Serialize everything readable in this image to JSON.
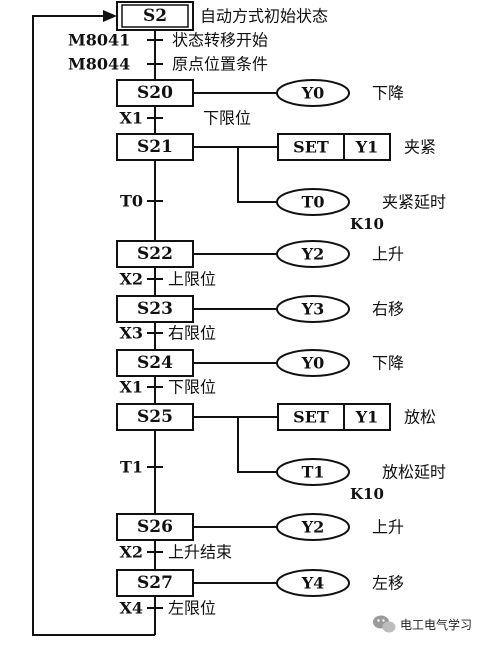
{
  "initial_step": {
    "label": "S2",
    "description": "自动方式初始状态"
  },
  "start_conditions": [
    {
      "label": "M8041",
      "description": "状态转移开始"
    },
    {
      "label": "M8044",
      "description": "原点位置条件"
    }
  ],
  "steps": [
    {
      "label": "S20",
      "outputs": [
        {
          "kind": "coil",
          "label": "Y0",
          "description": "下降"
        }
      ],
      "transition": {
        "label": "X1",
        "description": "下限位"
      }
    },
    {
      "label": "S21",
      "outputs": [
        {
          "kind": "set",
          "cmd": "SET",
          "label": "Y1",
          "description": "夹紧"
        },
        {
          "kind": "coil",
          "label": "T0",
          "description": "夹紧延时",
          "k": "K10"
        }
      ],
      "transition": {
        "label": "T0",
        "description": ""
      }
    },
    {
      "label": "S22",
      "outputs": [
        {
          "kind": "coil",
          "label": "Y2",
          "description": "上升"
        }
      ],
      "transition": {
        "label": "X2",
        "description": "上限位"
      }
    },
    {
      "label": "S23",
      "outputs": [
        {
          "kind": "coil",
          "label": "Y3",
          "description": "右移"
        }
      ],
      "transition": {
        "label": "X3",
        "description": "右限位"
      }
    },
    {
      "label": "S24",
      "outputs": [
        {
          "kind": "coil",
          "label": "Y0",
          "description": "下降"
        }
      ],
      "transition": {
        "label": "X1",
        "description": "下限位"
      }
    },
    {
      "label": "S25",
      "outputs": [
        {
          "kind": "set",
          "cmd": "SET",
          "label": "Y1",
          "description": "放松"
        },
        {
          "kind": "coil",
          "label": "T1",
          "description": "放松延时",
          "k": "K10"
        }
      ],
      "transition": {
        "label": "T1",
        "description": ""
      }
    },
    {
      "label": "S26",
      "outputs": [
        {
          "kind": "coil",
          "label": "Y2",
          "description": "上升"
        }
      ],
      "transition": {
        "label": "X2",
        "description": "上升结束"
      }
    },
    {
      "label": "S27",
      "outputs": [
        {
          "kind": "coil",
          "label": "Y4",
          "description": "左移"
        }
      ],
      "transition": {
        "label": "X4",
        "description": "左限位"
      }
    }
  ],
  "watermark": {
    "text": "电工电气学习",
    "icon": "wechat-icon"
  }
}
